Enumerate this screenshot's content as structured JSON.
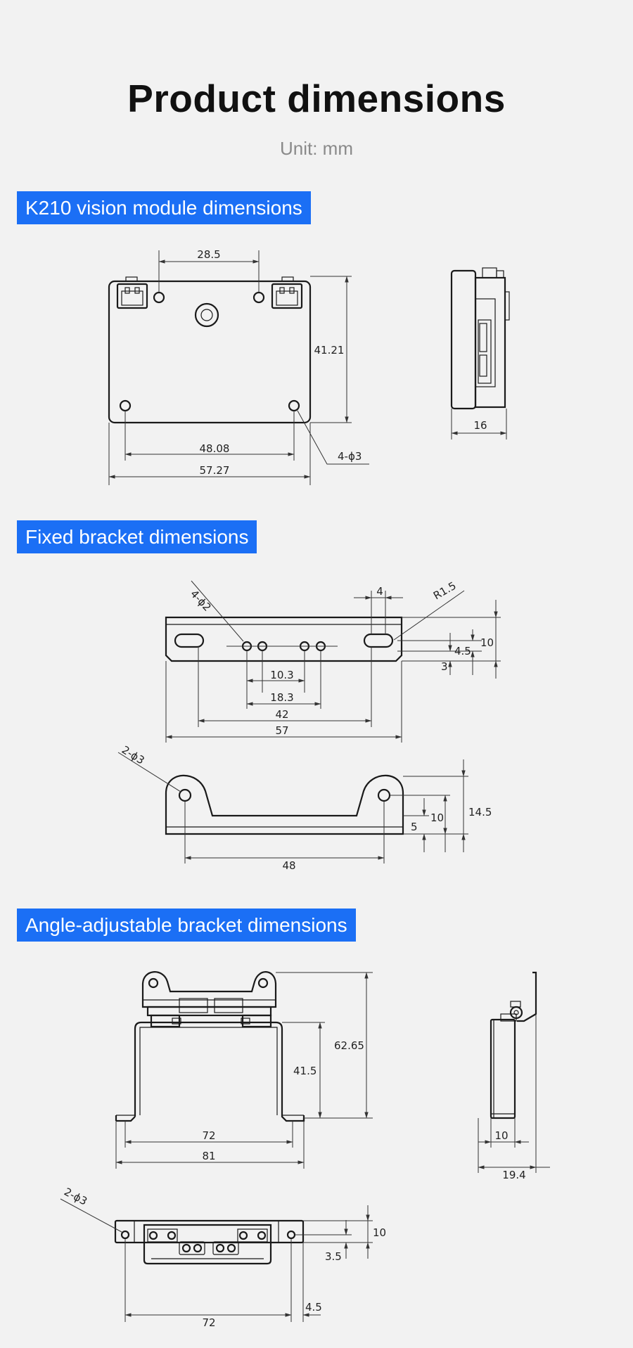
{
  "header": {
    "title": "Product dimensions",
    "unit": "Unit:  mm"
  },
  "sections": {
    "k210": {
      "label": "K210 vision module dimensions",
      "dims": {
        "hole_spacing_top": "28.5",
        "height": "41.21",
        "hole_spacing_bottom": "48.08",
        "width": "57.27",
        "holes": "4-ϕ3",
        "depth": "16"
      }
    },
    "fixed_bracket": {
      "label": "Fixed bracket dimensions",
      "dims": {
        "holes_small": "4-ϕ2",
        "slot_width": "4",
        "radius": "R1.5",
        "height_total": "10",
        "hole_offset": "4.5",
        "edge_offset": "3",
        "hole_spacing_a": "10.3",
        "hole_spacing_b": "18.3",
        "slot_spacing": "42",
        "length": "57",
        "holes_large": "2-ϕ3",
        "side_height": "14.5",
        "side_mid": "10",
        "side_base": "5",
        "ear_spacing": "48"
      }
    },
    "angle_bracket": {
      "label": "Angle-adjustable bracket dimensions",
      "dims": {
        "total_height": "62.65",
        "frame_height": "41.5",
        "foot_spacing": "72",
        "overall_width": "81",
        "side_base": "10",
        "side_depth": "19.4",
        "holes": "2-ϕ3",
        "top_height": "10",
        "top_offset": "3.5",
        "hole_spacing": "72",
        "edge": "4.5"
      }
    }
  }
}
